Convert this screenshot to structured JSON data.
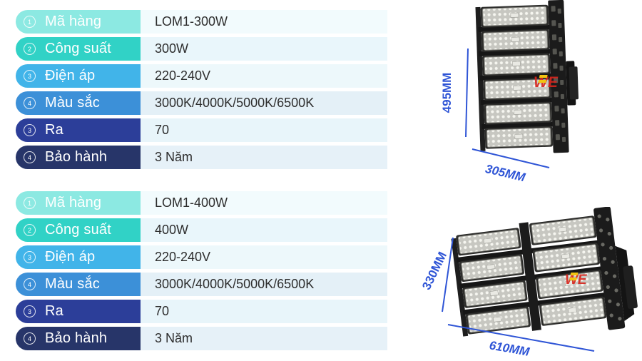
{
  "page": {
    "background": "#ffffff"
  },
  "tables": [
    {
      "title": "spec-300w",
      "rows": [
        {
          "num": "1",
          "label": "Mã hàng",
          "value": "LOM1-300W"
        },
        {
          "num": "2",
          "label": "Công suất",
          "value": "300W"
        },
        {
          "num": "3",
          "label": "Điện áp",
          "value": "220-240V"
        },
        {
          "num": "4",
          "label": "Màu sắc",
          "value": "3000K/4000K/5000K/6500K"
        },
        {
          "num": "3",
          "label": "Ra",
          "value": "70"
        },
        {
          "num": "4",
          "label": "Bảo hành",
          "value": "3 Năm"
        }
      ]
    },
    {
      "title": "spec-400w",
      "rows": [
        {
          "num": "1",
          "label": "Mã hàng",
          "value": "LOM1-400W"
        },
        {
          "num": "2",
          "label": "Công suất",
          "value": "400W"
        },
        {
          "num": "3",
          "label": "Điện áp",
          "value": "220-240V"
        },
        {
          "num": "4",
          "label": "Màu sắc",
          "value": "3000K/4000K/5000K/6500K"
        },
        {
          "num": "3",
          "label": "Ra",
          "value": "70"
        },
        {
          "num": "4",
          "label": "Bảo hành",
          "value": "3 Năm"
        }
      ]
    }
  ],
  "products": [
    {
      "name": "floodlight-6-module",
      "height_label": "495MM",
      "width_label": "305MM",
      "watermark": "WE"
    },
    {
      "name": "floodlight-8-module",
      "height_label": "330MM",
      "width_label": "610MM",
      "watermark": "WE"
    }
  ],
  "colors": {
    "pills": [
      "#8ce9e2",
      "#31d2c6",
      "#41b4e9",
      "#3c90d8",
      "#2c3e99",
      "#273569"
    ],
    "value_cells": [
      "#f2fbfd",
      "#e9f6fb",
      "#edf8fb",
      "#e4f0f7",
      "#e8f5fa",
      "#e6f1f8"
    ],
    "dimension_blue": "#2f55d6",
    "watermark_red": "#d8241c",
    "watermark_yellow": "#f2c410"
  }
}
